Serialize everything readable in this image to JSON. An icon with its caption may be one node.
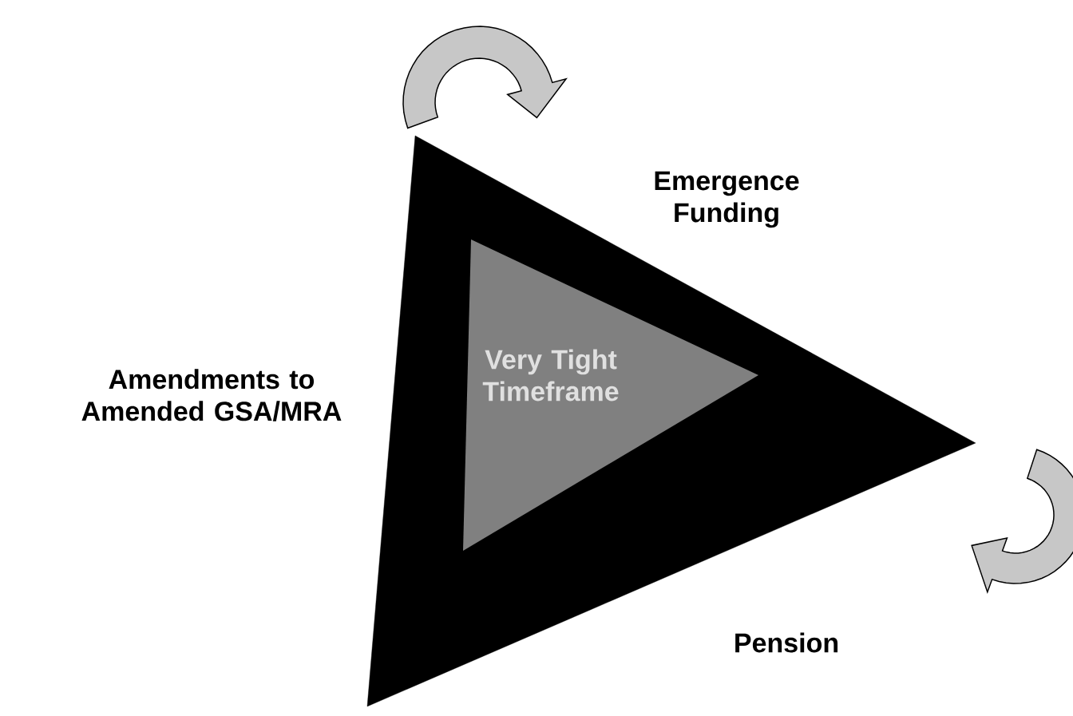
{
  "diagram": {
    "nodes": [
      {
        "text": [
          "Very Tight Timeframe"
        ]
      }
    ],
    "labels": [
      "Emergence Funding",
      "Amendments to Amended GSA/MRA",
      "Pension"
    ]
  }
}
